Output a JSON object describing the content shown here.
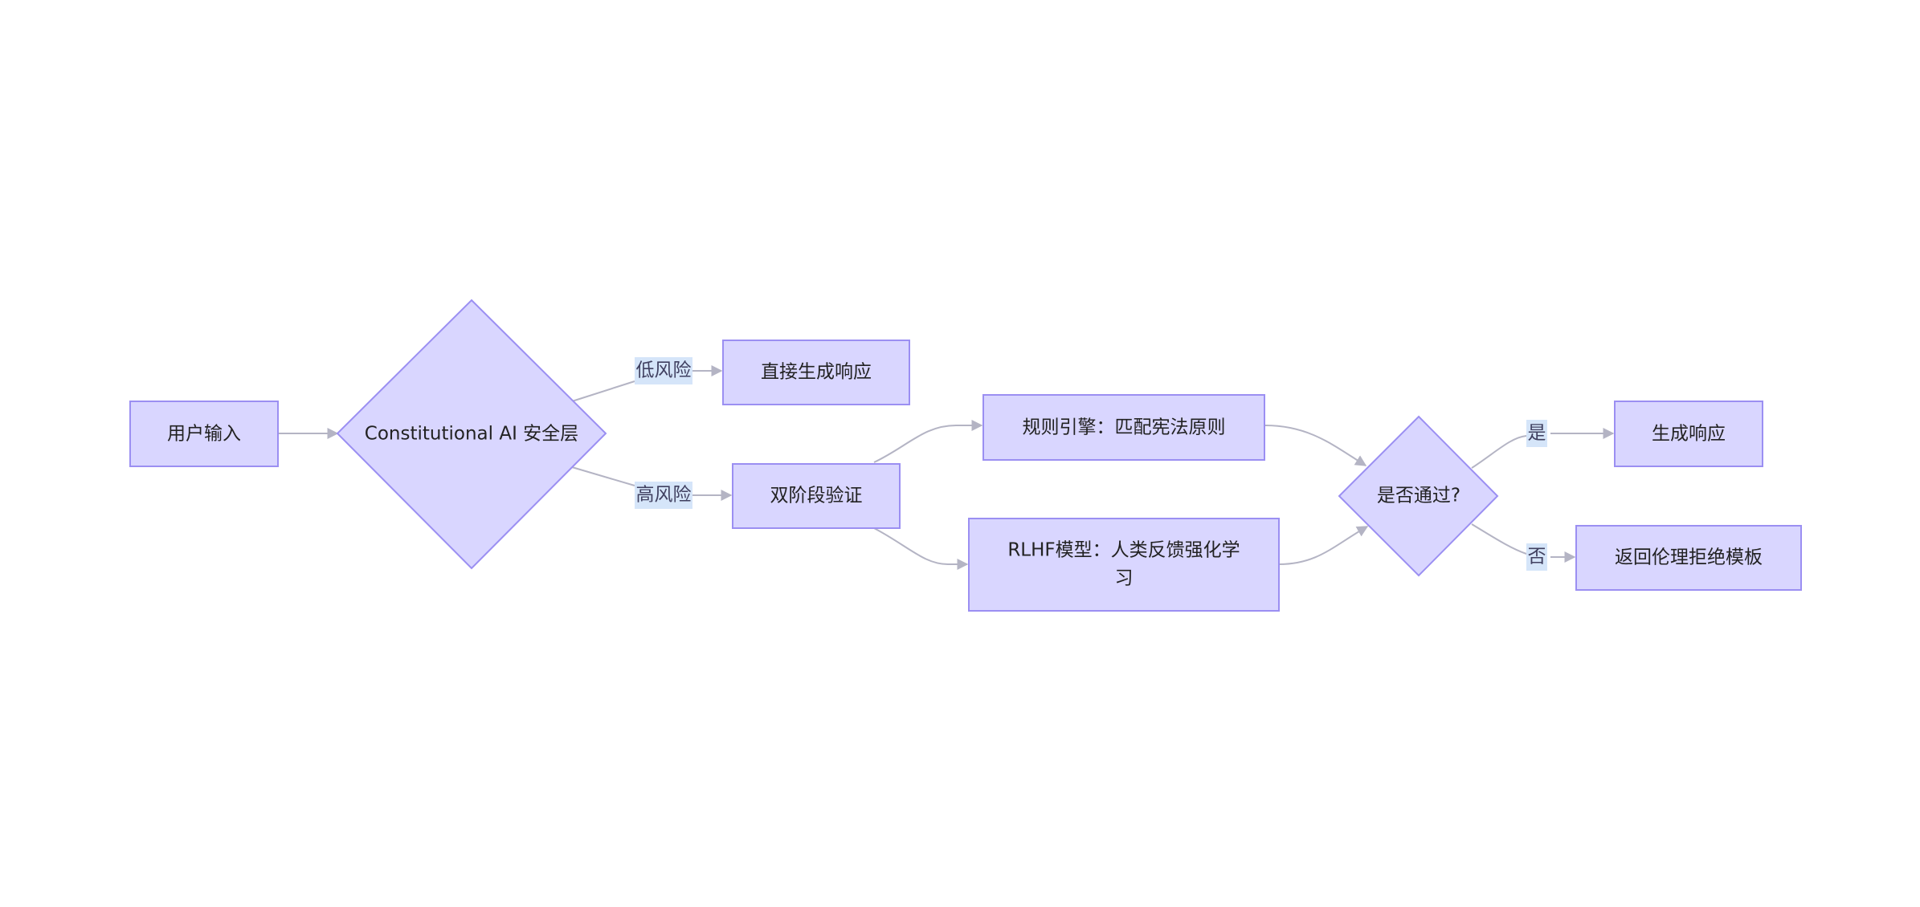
{
  "diagram": {
    "nodes": {
      "user_input": "用户输入",
      "safety_layer": "Constitutional AI 安全层",
      "direct_response": "直接生成响应",
      "two_stage": "双阶段验证",
      "rule_engine": "规则引擎：匹配宪法原则",
      "rlhf_line1": "RLHF模型：人类反馈强化学",
      "rlhf_line2": "习",
      "passed": "是否通过?",
      "generate": "生成响应",
      "reject": "返回伦理拒绝模板"
    },
    "edges": {
      "low_risk": "低风险",
      "high_risk": "高风险",
      "yes": "是",
      "no": "否"
    },
    "colors": {
      "node_fill": "#d9d6ff",
      "node_stroke": "#9b8ff2",
      "edge": "#b4b4c4",
      "edge_label_bg": "#d5e5f9"
    }
  }
}
